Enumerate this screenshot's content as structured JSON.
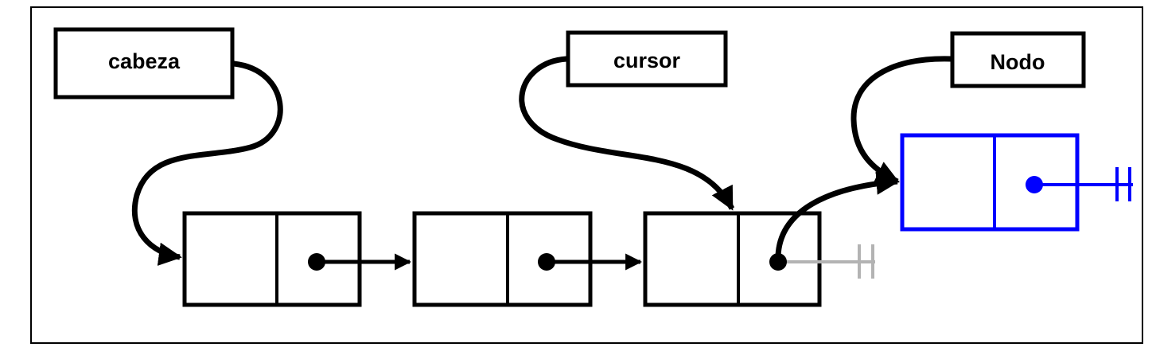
{
  "labels": {
    "head": "cabeza",
    "cursor": "cursor",
    "new_node": "Nodo"
  },
  "colors": {
    "line": "#000000",
    "new_node": "#0000ff",
    "old_null": "#b3b3b3",
    "background": "#ffffff"
  }
}
